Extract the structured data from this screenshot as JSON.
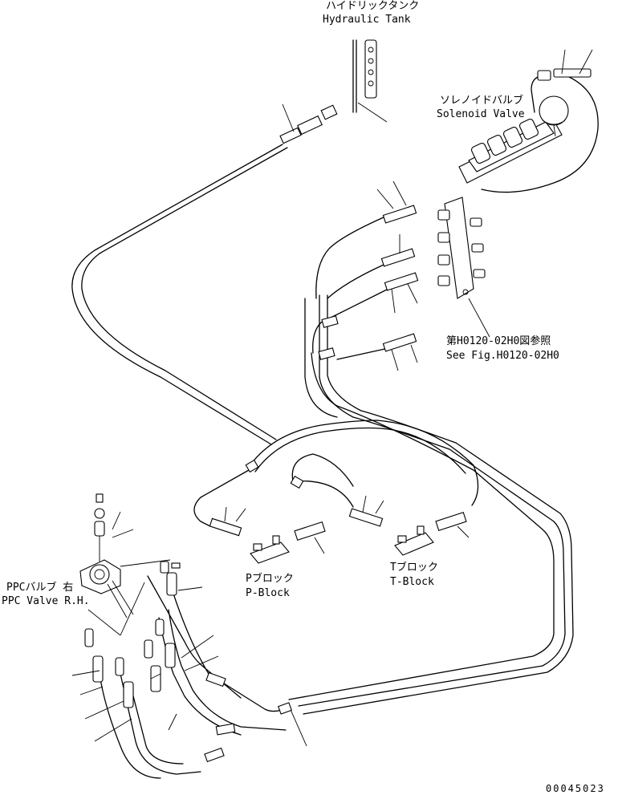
{
  "labels": {
    "hydraulic_tank_jp": "ハイドリックタンク",
    "hydraulic_tank_en": "Hydraulic Tank",
    "solenoid_valve_jp": "ソレノイドバルブ",
    "solenoid_valve_en": "Solenoid Valve",
    "see_fig_jp": "第H0120-02H0図参照",
    "see_fig_en": "See Fig.H0120-02H0",
    "p_block_jp": "Pブロック",
    "p_block_en": "P-Block",
    "t_block_jp": "Tブロック",
    "t_block_en": "T-Block",
    "ppc_valve_jp": "PPCバルブ 右",
    "ppc_valve_en": "PPC Valve R.H.",
    "drawing_number": "00045023"
  }
}
